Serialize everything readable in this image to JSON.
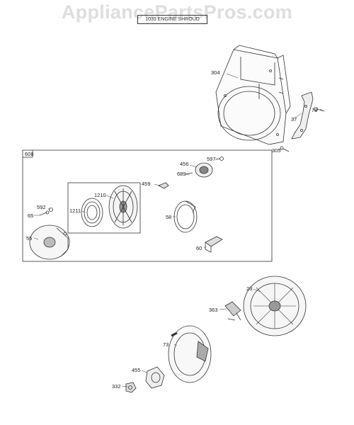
{
  "watermark": "AppliancePartsPros.com",
  "header_title": "1035 ENGINE SHROUD",
  "callouts": {
    "p304": "304",
    "p37": "37",
    "p78": "78",
    "p305": "305",
    "p608": "608",
    "p597": "597",
    "p456": "456",
    "p689": "689",
    "p459": "459",
    "p1210": "1210",
    "p1211": "1211",
    "p58": "58",
    "p592": "592",
    "p65": "65",
    "p55": "55",
    "p60": "60",
    "p23": "23",
    "p363": "363",
    "p73": "73",
    "p455": "455",
    "p332": "332"
  }
}
